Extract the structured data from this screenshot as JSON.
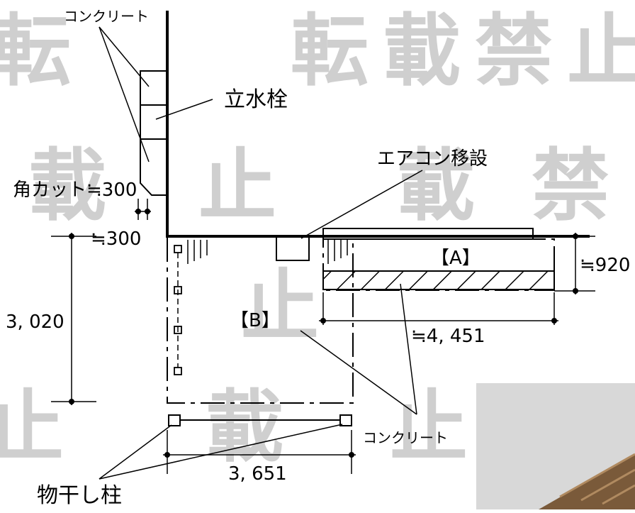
{
  "labels": {
    "concrete_top": "コンクリート",
    "standpipe": "立水栓",
    "aircon": "エアコン移設",
    "corner_cut": "角カット≒300",
    "dim_300": "≒300",
    "area_a": "【A】",
    "dim_920": "≒920",
    "dim_3020": "3, 020",
    "area_b": "【B】",
    "dim_4451": "≒4, 451",
    "concrete_bottom": "コンクリート",
    "dim_3651": "3, 651",
    "clothes_post": "物干し柱"
  },
  "watermark": {
    "glyphs": [
      "転",
      "載",
      "禁",
      "止"
    ]
  },
  "colors": {
    "ink": "#000000",
    "watermark": "#cfcfcf",
    "photo": "#d8d8d8"
  }
}
